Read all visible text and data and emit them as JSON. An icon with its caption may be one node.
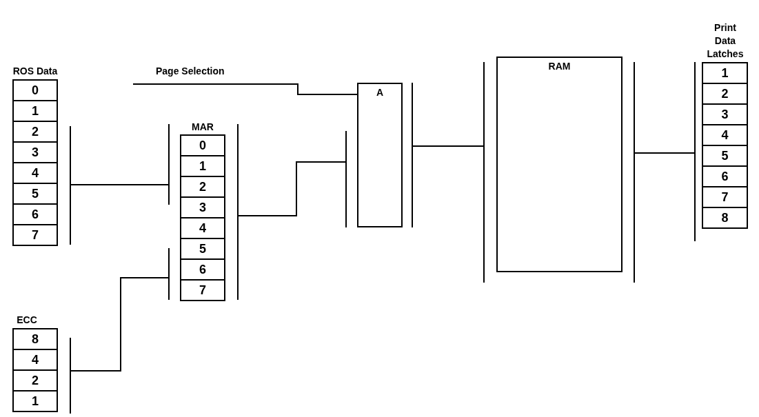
{
  "diagram": {
    "nodes": [
      {
        "text": [
          "0"
        ]
      },
      {
        "text": [
          "1"
        ]
      },
      {
        "text": [
          "2"
        ]
      },
      {
        "text": [
          "3"
        ]
      },
      {
        "text": [
          "4"
        ]
      },
      {
        "text": [
          "5"
        ]
      },
      {
        "text": [
          "6"
        ]
      },
      {
        "text": [
          "7"
        ]
      },
      {
        "text": [
          "8"
        ]
      },
      {
        "text": [
          "4"
        ]
      },
      {
        "text": [
          "2"
        ]
      },
      {
        "text": [
          "1"
        ]
      },
      {
        "text": [],
        "shape": "bar"
      },
      {
        "text": [],
        "shape": "bar"
      },
      {
        "text": [],
        "shape": "bar"
      },
      {
        "text": [],
        "shape": "bar"
      },
      {
        "text": [
          "0"
        ]
      },
      {
        "text": [
          "1"
        ]
      },
      {
        "text": [
          "2"
        ]
      },
      {
        "text": [
          "3"
        ]
      },
      {
        "text": [
          "4"
        ]
      },
      {
        "text": [
          "5"
        ]
      },
      {
        "text": [
          "6"
        ]
      },
      {
        "text": [
          "7"
        ]
      },
      {
        "text": [],
        "shape": "bar"
      },
      {
        "text": [],
        "shape": "bar"
      },
      {
        "text": [
          "A"
        ]
      },
      {
        "text": [],
        "shape": "bar"
      },
      {
        "text": [],
        "shape": "bar"
      },
      {
        "text": [
          "RAM"
        ]
      },
      {
        "text": [],
        "shape": "bar"
      },
      {
        "text": [],
        "shape": "bar"
      },
      {
        "text": [
          "1"
        ]
      },
      {
        "text": [
          "2"
        ]
      },
      {
        "text": [
          "3"
        ]
      },
      {
        "text": [
          "4"
        ]
      },
      {
        "text": [
          "5"
        ]
      },
      {
        "text": [
          "6"
        ]
      },
      {
        "text": [
          "7"
        ]
      },
      {
        "text": [
          "8"
        ]
      }
    ],
    "edges": [
      {
        "from": 12,
        "to": 14,
        "arrow": "none"
      },
      {
        "from": 13,
        "to": 15,
        "arrow": "none"
      },
      {
        "from": 24,
        "to": 25,
        "arrow": "none"
      },
      {
        "from": null,
        "to": 26,
        "arrow": "none",
        "label": "Page Selection"
      },
      {
        "from": 27,
        "to": 28,
        "arrow": "none"
      },
      {
        "from": 30,
        "to": 31,
        "arrow": "none"
      }
    ],
    "labels": [
      "ROS Data",
      "MAR",
      "ECC",
      "Print Data Latches"
    ]
  }
}
